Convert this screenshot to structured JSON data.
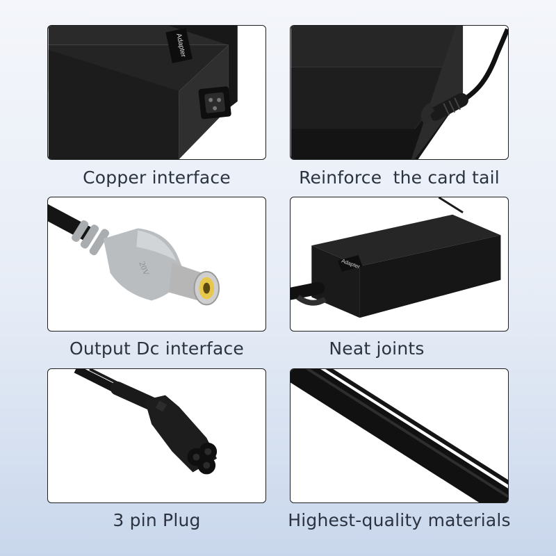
{
  "features": [
    {
      "caption": "Copper interface",
      "icon": "adapter-socket-photo",
      "printed_label": "Adapter"
    },
    {
      "caption": "Reinforce  the card tail",
      "icon": "adapter-cable-strain-relief-photo"
    },
    {
      "caption": "Output Dc interface",
      "icon": "dc-output-plug-photo"
    },
    {
      "caption": "Neat joints",
      "icon": "adapter-overview-photo",
      "printed_label": "Adapter"
    },
    {
      "caption": "3 pin Plug",
      "icon": "three-pin-plug-photo"
    },
    {
      "caption": "Highest-quality materials",
      "icon": "power-cable-photo"
    }
  ],
  "colors": {
    "background_top": "#f4f6fb",
    "background_bottom": "#c9d7ec",
    "caption_text": "#2b3240",
    "adapter_body": "#1f1f1f",
    "dc_plug_grey": "#b9bdbf",
    "dc_tip_yellow": "#e8c84a"
  }
}
